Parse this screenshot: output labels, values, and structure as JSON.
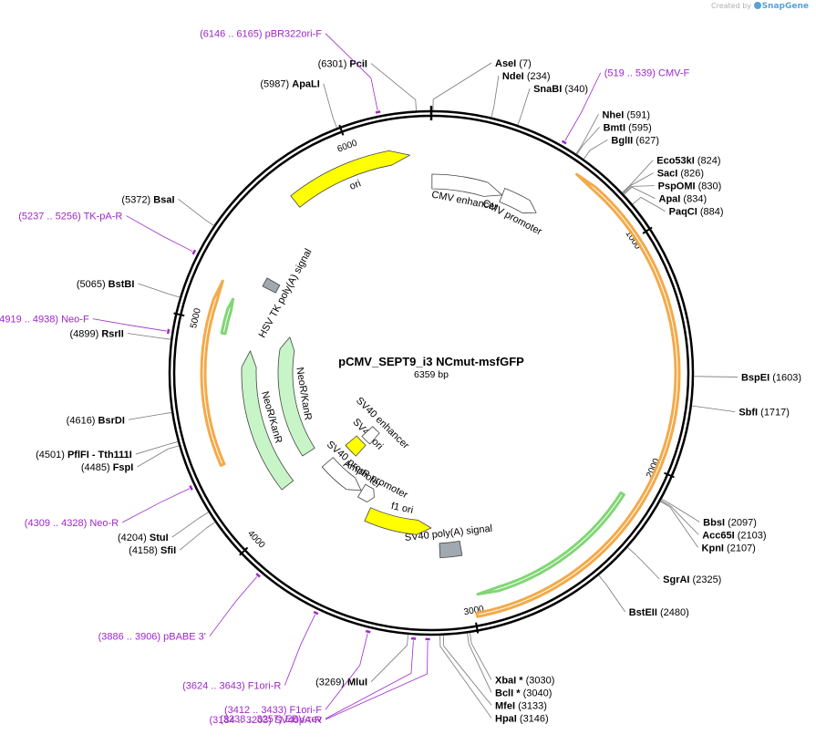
{
  "watermark": {
    "created_by": "Created by",
    "brand": "SnapGene"
  },
  "plasmid": {
    "name": "pCMV_SEPT9_i3 NCmut-msfGFP",
    "length_bp": 6359,
    "length_label": "6359 bp"
  },
  "ticks": [
    1000,
    2000,
    3000,
    4000,
    5000,
    6000
  ],
  "features": [
    {
      "label": "CMV enhancer",
      "start": 4,
      "end": 383,
      "strand": 1,
      "type": "promoter",
      "color": "#ffffff"
    },
    {
      "label": "CMV promoter",
      "start": 384,
      "end": 587,
      "strand": 1,
      "type": "promoter",
      "color": "#ffffff"
    },
    {
      "label": "",
      "start": 640,
      "end": 2990,
      "strand": -1,
      "type": "cds",
      "color": "#f2a540"
    },
    {
      "label": "",
      "start": 2160,
      "end": 2970,
      "strand": 1,
      "type": "cds",
      "color": "#7ad46e"
    },
    {
      "label": "SV40 poly(A) signal",
      "start": 3010,
      "end": 3131,
      "strand": 0,
      "type": "polyA",
      "color": "#a0a8b0"
    },
    {
      "label": "f1 ori",
      "start": 3180,
      "end": 3608,
      "strand": -1,
      "type": "ori",
      "color": "#ffff00"
    },
    {
      "label": "AmpR promoter",
      "start": 3615,
      "end": 3720,
      "strand": -1,
      "type": "promoter",
      "color": "#ffffff"
    },
    {
      "label": "SV40 promoter",
      "start": 3725,
      "end": 4050,
      "strand": -1,
      "type": "promoter",
      "color": "#ffffff"
    },
    {
      "label": "SV40 ori",
      "start": 3925,
      "end": 4060,
      "strand": 0,
      "type": "ori",
      "color": "#ffff00"
    },
    {
      "label": "SV40 enhancer",
      "start": 3900,
      "end": 4020,
      "strand": 0,
      "type": "enhancer",
      "color": "#ffffff"
    },
    {
      "label": "NeoR/KanR",
      "start": 4098,
      "end": 4892,
      "strand": 1,
      "type": "marker",
      "color": "#c8f5c8"
    },
    {
      "label": "NeoR/KanR",
      "start": 4190,
      "end": 5020,
      "strand": 1,
      "type": "marker",
      "color": "#c8f5c8"
    },
    {
      "label": "HSV TK poly(A) signal",
      "start": 5250,
      "end": 5300,
      "strand": 0,
      "type": "polyA",
      "color": "#a0a8b0"
    },
    {
      "label": "",
      "start": 4350,
      "end": 5190,
      "strand": 1,
      "type": "cds",
      "color": "#f2a540"
    },
    {
      "label": "",
      "start": 4960,
      "end": 5130,
      "strand": 1,
      "type": "cds",
      "color": "#7ad46e"
    },
    {
      "label": "ori",
      "start": 5680,
      "end": 6260,
      "strand": 1,
      "type": "ori",
      "color": "#ffff00"
    }
  ],
  "sites": [
    {
      "name": "PciI",
      "pos": 6301
    },
    {
      "name": "AseI",
      "pos": 7
    },
    {
      "name": "NdeI",
      "pos": 234
    },
    {
      "name": "SnaBI",
      "pos": 340
    },
    {
      "name": "NheI",
      "pos": 591
    },
    {
      "name": "BmtI",
      "pos": 595
    },
    {
      "name": "BglII",
      "pos": 627
    },
    {
      "name": "Eco53kI",
      "pos": 824
    },
    {
      "name": "SacI",
      "pos": 826
    },
    {
      "name": "PspOMI",
      "pos": 830
    },
    {
      "name": "ApaI",
      "pos": 834
    },
    {
      "name": "PaqCI",
      "pos": 884
    },
    {
      "name": "BspEI",
      "pos": 1603
    },
    {
      "name": "SbfI",
      "pos": 1717
    },
    {
      "name": "BbsI",
      "pos": 2097
    },
    {
      "name": "Acc65I",
      "pos": 2103
    },
    {
      "name": "KpnI",
      "pos": 2107
    },
    {
      "name": "SgrAI",
      "pos": 2325
    },
    {
      "name": "BstEII",
      "pos": 2480
    },
    {
      "name": "XbaI *",
      "pos": 3030
    },
    {
      "name": "BclI *",
      "pos": 3040
    },
    {
      "name": "MfeI",
      "pos": 3133
    },
    {
      "name": "HpaI",
      "pos": 3146
    },
    {
      "name": "MluI",
      "pos": 3269
    },
    {
      "name": "SfiI",
      "pos": 4158
    },
    {
      "name": "StuI",
      "pos": 4204
    },
    {
      "name": "FspI",
      "pos": 4485
    },
    {
      "name": "PflFI - Tth111I",
      "pos": 4501
    },
    {
      "name": "BsrDI",
      "pos": 4616
    },
    {
      "name": "RsrII",
      "pos": 4899
    },
    {
      "name": "BstBI",
      "pos": 5065
    },
    {
      "name": "BsaI",
      "pos": 5372
    },
    {
      "name": "ApaLI",
      "pos": 5987
    }
  ],
  "primers": [
    {
      "name": "pBR322ori-F",
      "range": "(6146 .. 6165)",
      "pos": 6155
    },
    {
      "name": "CMV-F",
      "range": "(519 .. 539)",
      "pos": 529
    },
    {
      "name": "TK-pA-R",
      "range": "(5237 .. 5256)",
      "pos": 5246
    },
    {
      "name": "Neo-F",
      "range": "(4919 .. 4938)",
      "pos": 4928
    },
    {
      "name": "Neo-R",
      "range": "(4309 .. 4328)",
      "pos": 4318
    },
    {
      "name": "pBABE 3'",
      "range": "(3886 .. 3906)",
      "pos": 3896
    },
    {
      "name": "F1ori-R",
      "range": "(3624 .. 3643)",
      "pos": 3633
    },
    {
      "name": "F1ori-F",
      "range": "(3412 .. 3433)",
      "pos": 3422
    },
    {
      "name": "EBV-rev",
      "range": "(3238 .. 3257)",
      "pos": 3247
    },
    {
      "name": "SV40pA-R",
      "range": "(3184 .. 3203)",
      "pos": 3193
    }
  ]
}
